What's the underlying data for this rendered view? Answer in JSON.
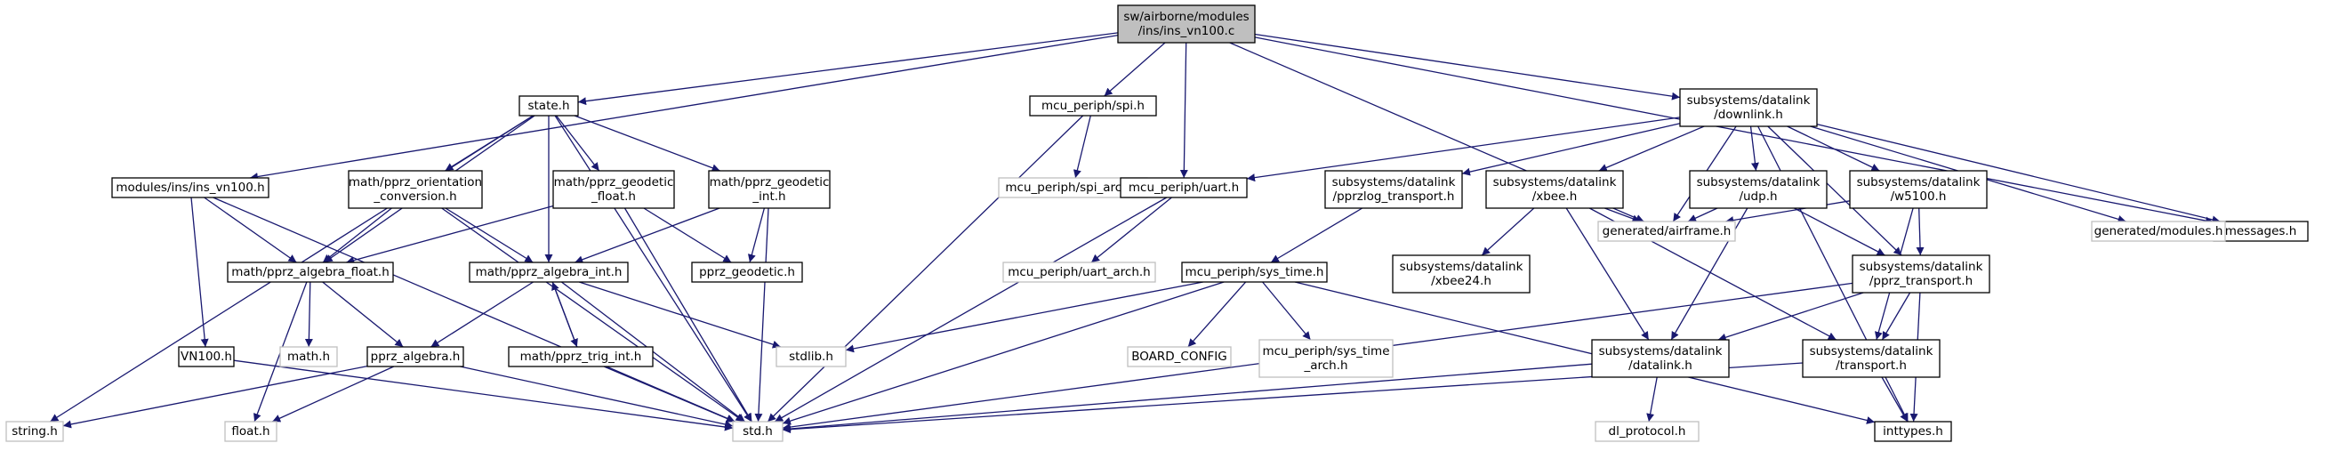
{
  "diagram": {
    "title": "",
    "nodes": {
      "root": {
        "lines": [
          "sw/airborne/modules",
          "/ins/ins_vn100.c"
        ],
        "kind": "root"
      },
      "state": {
        "lines": [
          "state.h"
        ],
        "kind": "doc"
      },
      "spi": {
        "lines": [
          "mcu_periph/spi.h"
        ],
        "kind": "doc"
      },
      "downlink": {
        "lines": [
          "subsystems/datalink",
          "/downlink.h"
        ],
        "kind": "doc"
      },
      "messages": {
        "lines": [
          "messages.h"
        ],
        "kind": "doc"
      },
      "insvn": {
        "lines": [
          "modules/ins/ins_vn100.h"
        ],
        "kind": "doc"
      },
      "orient": {
        "lines": [
          "math/pprz_orientation",
          "_conversion.h"
        ],
        "kind": "doc"
      },
      "geofloat": {
        "lines": [
          "math/pprz_geodetic",
          "_float.h"
        ],
        "kind": "doc"
      },
      "geoint": {
        "lines": [
          "math/pprz_geodetic",
          "_int.h"
        ],
        "kind": "doc"
      },
      "spiarch": {
        "lines": [
          "mcu_periph/spi_arch.h"
        ],
        "kind": "ext"
      },
      "uart": {
        "lines": [
          "mcu_periph/uart.h"
        ],
        "kind": "doc"
      },
      "pprzlog": {
        "lines": [
          "subsystems/datalink",
          "/pprzlog_transport.h"
        ],
        "kind": "doc"
      },
      "xbee": {
        "lines": [
          "subsystems/datalink",
          "/xbee.h"
        ],
        "kind": "doc"
      },
      "udp": {
        "lines": [
          "subsystems/datalink",
          "/udp.h"
        ],
        "kind": "doc"
      },
      "w5100": {
        "lines": [
          "subsystems/datalink",
          "/w5100.h"
        ],
        "kind": "doc"
      },
      "genmod": {
        "lines": [
          "generated/modules.h"
        ],
        "kind": "ext"
      },
      "algfloat": {
        "lines": [
          "math/pprz_algebra_float.h"
        ],
        "kind": "doc"
      },
      "algint": {
        "lines": [
          "math/pprz_algebra_int.h"
        ],
        "kind": "doc"
      },
      "geodetic": {
        "lines": [
          "pprz_geodetic.h"
        ],
        "kind": "doc"
      },
      "uartarch": {
        "lines": [
          "mcu_periph/uart_arch.h"
        ],
        "kind": "ext"
      },
      "systime": {
        "lines": [
          "mcu_periph/sys_time.h"
        ],
        "kind": "doc"
      },
      "xbee24": {
        "lines": [
          "subsystems/datalink",
          "/xbee24.h"
        ],
        "kind": "doc"
      },
      "airframe": {
        "lines": [
          "generated/airframe.h"
        ],
        "kind": "ext"
      },
      "pprztrans": {
        "lines": [
          "subsystems/datalink",
          "/pprz_transport.h"
        ],
        "kind": "doc"
      },
      "vn100": {
        "lines": [
          "VN100.h"
        ],
        "kind": "doc"
      },
      "mathh": {
        "lines": [
          "math.h"
        ],
        "kind": "ext"
      },
      "palgebra": {
        "lines": [
          "pprz_algebra.h"
        ],
        "kind": "doc"
      },
      "trigint": {
        "lines": [
          "math/pprz_trig_int.h"
        ],
        "kind": "doc"
      },
      "stdlib": {
        "lines": [
          "stdlib.h"
        ],
        "kind": "ext"
      },
      "boardcfg": {
        "lines": [
          "BOARD_CONFIG"
        ],
        "kind": "ext"
      },
      "systarch": {
        "lines": [
          "mcu_periph/sys_time",
          "_arch.h"
        ],
        "kind": "ext"
      },
      "datalink": {
        "lines": [
          "subsystems/datalink",
          "/datalink.h"
        ],
        "kind": "doc"
      },
      "transport": {
        "lines": [
          "subsystems/datalink",
          "/transport.h"
        ],
        "kind": "doc"
      },
      "stringh": {
        "lines": [
          "string.h"
        ],
        "kind": "ext"
      },
      "floath": {
        "lines": [
          "float.h"
        ],
        "kind": "ext"
      },
      "stdh": {
        "lines": [
          "std.h"
        ],
        "kind": "ext"
      },
      "dlproto": {
        "lines": [
          "dl_protocol.h"
        ],
        "kind": "ext"
      },
      "inttypes": {
        "lines": [
          "inttypes.h"
        ],
        "kind": "doc"
      }
    },
    "edges": [
      [
        "root",
        "state"
      ],
      [
        "root",
        "spi"
      ],
      [
        "root",
        "downlink"
      ],
      [
        "root",
        "messages"
      ],
      [
        "root",
        "insvn"
      ],
      [
        "root",
        "uart"
      ],
      [
        "root",
        "airframe"
      ],
      [
        "state",
        "orient"
      ],
      [
        "state",
        "geofloat"
      ],
      [
        "state",
        "geoint"
      ],
      [
        "state",
        "algfloat"
      ],
      [
        "state",
        "algint"
      ],
      [
        "state",
        "stdh"
      ],
      [
        "state",
        "stringh"
      ],
      [
        "spi",
        "spiarch"
      ],
      [
        "spi",
        "stdh"
      ],
      [
        "downlink",
        "uart"
      ],
      [
        "downlink",
        "pprzlog"
      ],
      [
        "downlink",
        "xbee"
      ],
      [
        "downlink",
        "udp"
      ],
      [
        "downlink",
        "w5100"
      ],
      [
        "downlink",
        "genmod"
      ],
      [
        "downlink",
        "messages"
      ],
      [
        "downlink",
        "airframe"
      ],
      [
        "downlink",
        "inttypes"
      ],
      [
        "downlink",
        "pprztrans"
      ],
      [
        "insvn",
        "algfloat"
      ],
      [
        "insvn",
        "vn100"
      ],
      [
        "insvn",
        "stdh"
      ],
      [
        "orient",
        "algfloat"
      ],
      [
        "orient",
        "algint"
      ],
      [
        "orient",
        "stdh"
      ],
      [
        "geofloat",
        "algfloat"
      ],
      [
        "geofloat",
        "geodetic"
      ],
      [
        "geofloat",
        "stdh"
      ],
      [
        "geoint",
        "algint"
      ],
      [
        "geoint",
        "geodetic"
      ],
      [
        "geoint",
        "stdh"
      ],
      [
        "uart",
        "uartarch"
      ],
      [
        "uart",
        "stdh"
      ],
      [
        "pprzlog",
        "systime"
      ],
      [
        "xbee",
        "xbee24"
      ],
      [
        "xbee",
        "airframe"
      ],
      [
        "xbee",
        "datalink"
      ],
      [
        "xbee",
        "transport"
      ],
      [
        "udp",
        "airframe"
      ],
      [
        "udp",
        "datalink"
      ],
      [
        "udp",
        "pprztrans"
      ],
      [
        "w5100",
        "airframe"
      ],
      [
        "w5100",
        "pprztrans"
      ],
      [
        "w5100",
        "transport"
      ],
      [
        "algfloat",
        "mathh"
      ],
      [
        "algfloat",
        "palgebra"
      ],
      [
        "algfloat",
        "floath"
      ],
      [
        "algint",
        "palgebra"
      ],
      [
        "algint",
        "trigint"
      ],
      [
        "algint",
        "stdlib"
      ],
      [
        "algint",
        "stdh"
      ],
      [
        "systime",
        "stdlib"
      ],
      [
        "systime",
        "boardcfg"
      ],
      [
        "systime",
        "systarch"
      ],
      [
        "systime",
        "stdh"
      ],
      [
        "systime",
        "inttypes"
      ],
      [
        "pprztrans",
        "datalink"
      ],
      [
        "pprztrans",
        "transport"
      ],
      [
        "pprztrans",
        "inttypes"
      ],
      [
        "pprztrans",
        "stdh"
      ],
      [
        "vn100",
        "stdh"
      ],
      [
        "palgebra",
        "stringh"
      ],
      [
        "palgebra",
        "floath"
      ],
      [
        "palgebra",
        "stdh"
      ],
      [
        "trigint",
        "algint"
      ],
      [
        "trigint",
        "stdh"
      ],
      [
        "datalink",
        "dlproto"
      ],
      [
        "datalink",
        "stdh"
      ],
      [
        "transport",
        "inttypes"
      ],
      [
        "transport",
        "stdh"
      ]
    ]
  }
}
